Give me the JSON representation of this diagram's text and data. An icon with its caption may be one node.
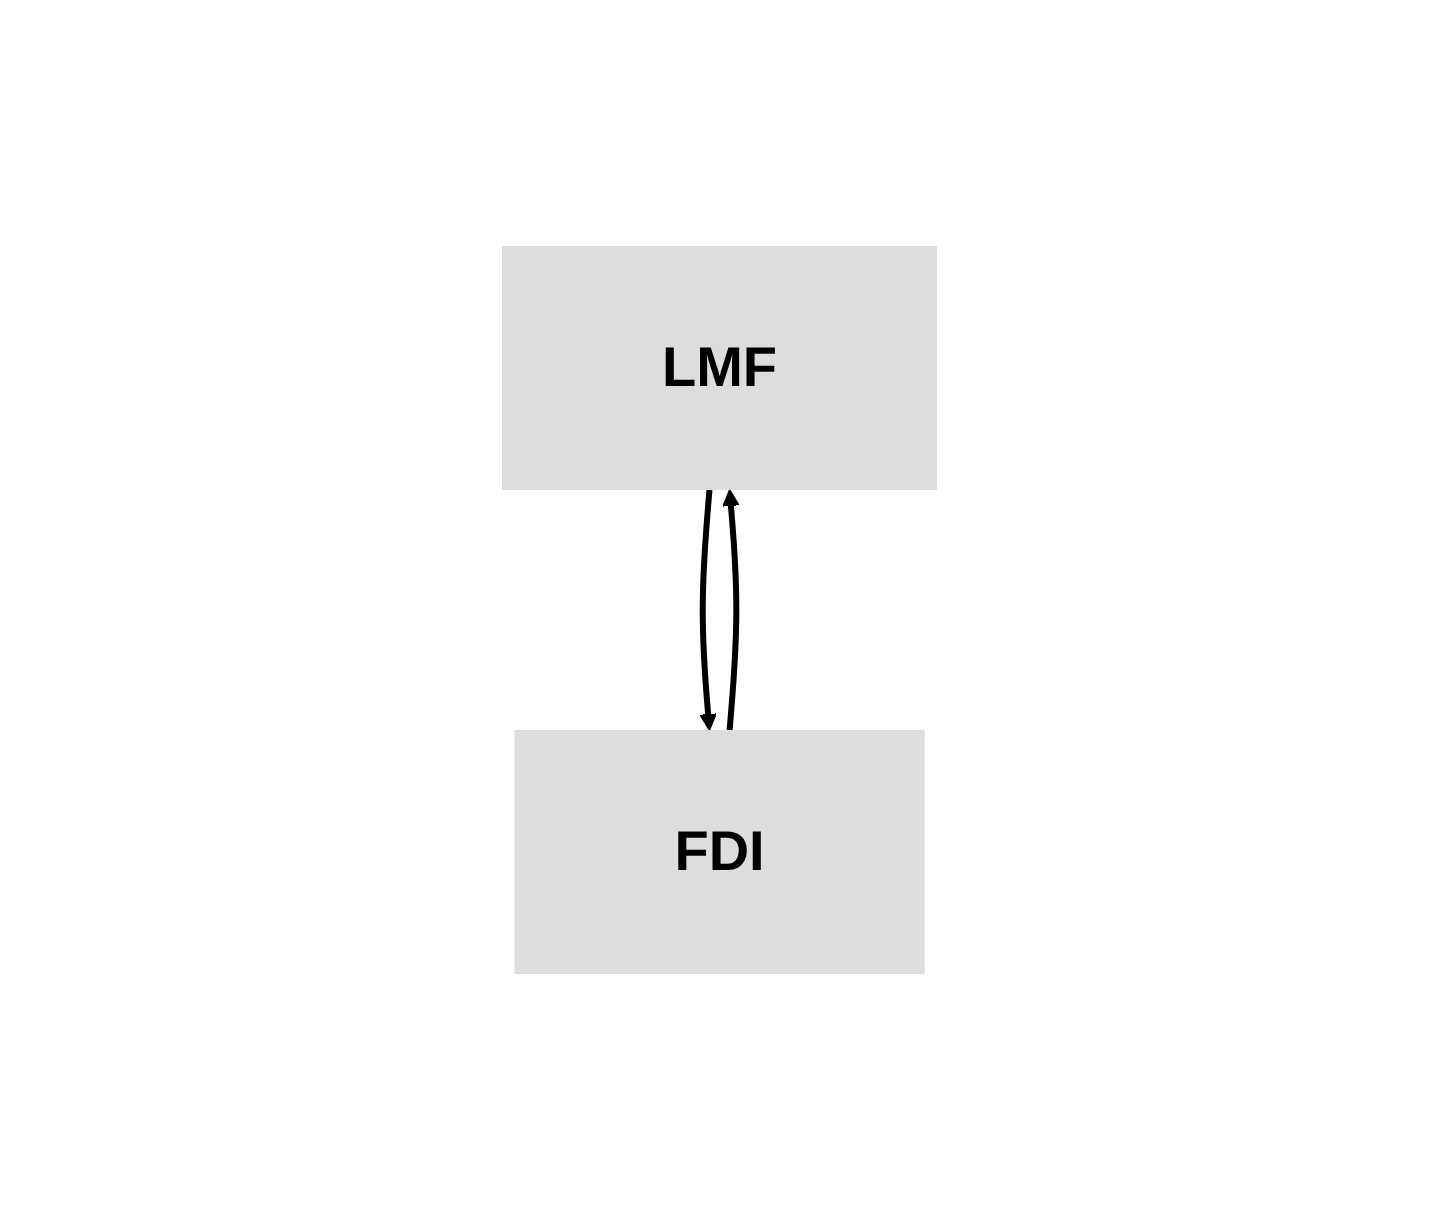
{
  "diagram": {
    "nodes": [
      {
        "text": [
          "LMF"
        ]
      },
      {
        "text": [
          "FDI"
        ]
      }
    ],
    "edges": [
      {
        "from": 0,
        "to": 1,
        "arrow": "to"
      },
      {
        "from": 1,
        "to": 0,
        "arrow": "to"
      }
    ]
  }
}
